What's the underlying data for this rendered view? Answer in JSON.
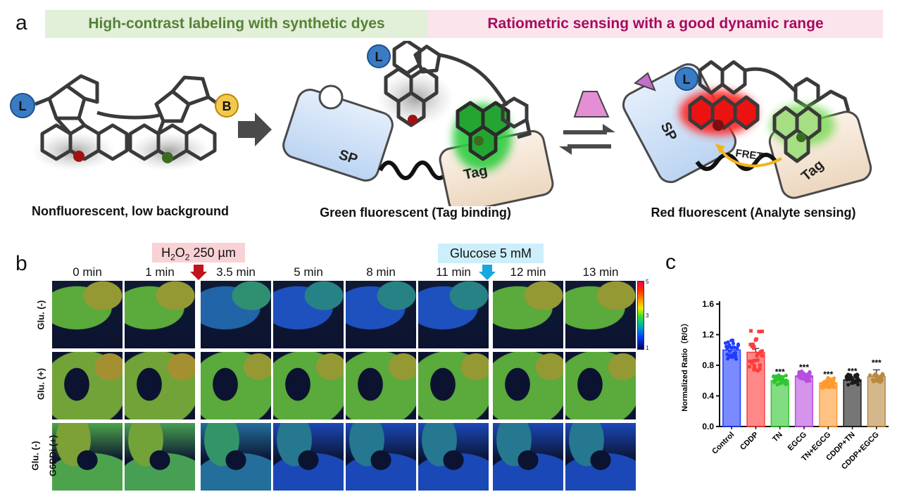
{
  "panel_a": {
    "letter": "a",
    "banner_left": "High-contrast labeling with synthetic dyes",
    "banner_right": "Ratiometric sensing with a good dynamic range",
    "colors": {
      "banner_left_bg": "#e2efd9",
      "banner_left_text": "#548235",
      "banner_right_bg": "#fce4ec",
      "banner_right_text": "#a50b5e"
    },
    "captions": [
      "Nonfluorescent, low background",
      "Green fluorescent (Tag binding)",
      "Red fluorescent (Analyte sensing)"
    ],
    "labels": {
      "L": "L",
      "B": "B",
      "SP": "SP",
      "Tag": "Tag",
      "FRET": "FRET"
    }
  },
  "panel_b": {
    "letter": "b",
    "h2o2_label_parts": [
      "H",
      "2",
      "O",
      "2",
      " 250 µm"
    ],
    "glucose_label": "Glucose 5 mM",
    "times": [
      "0 min",
      "1 min",
      "3.5 min",
      "5 min",
      "8 min",
      "11 min",
      "12 min",
      "13 min"
    ],
    "rows": [
      "Glu. (-)",
      "Glu. (+)",
      "Glu. (-)",
      "G6PDi (+)"
    ],
    "colorbar_ticks": [
      "5",
      "3",
      "1"
    ],
    "row_ratio_levels": [
      [
        3.0,
        3.0,
        1.8,
        1.6,
        1.6,
        1.6,
        3.0,
        3.0
      ],
      [
        3.2,
        3.2,
        3.0,
        3.0,
        3.0,
        3.0,
        3.0,
        3.0
      ],
      [
        2.8,
        2.7,
        1.9,
        1.5,
        1.5,
        1.5,
        1.5,
        1.5
      ]
    ]
  },
  "panel_c": {
    "letter": "c",
    "chart_data": {
      "type": "bar",
      "categories": [
        "Control",
        "CDDP",
        "TN",
        "EGCG",
        "TN+EGCG",
        "CDDP+TN",
        "CDDP+EGCG"
      ],
      "values": [
        1.0,
        0.97,
        0.6,
        0.66,
        0.57,
        0.61,
        0.65
      ],
      "errors": [
        0.03,
        0.05,
        0.02,
        0.02,
        0.02,
        0.02,
        0.09
      ],
      "significance": [
        "",
        "",
        "***",
        "***",
        "***",
        "***",
        "***"
      ],
      "colors": [
        "#1f3dff",
        "#ff3b3b",
        "#2fc62f",
        "#b84de0",
        "#ff9a2e",
        "#1a1a1a",
        "#b8893f"
      ],
      "ylabel": "Normalized Ratio（R/G）",
      "ylim": [
        0,
        1.6
      ],
      "yticks": [
        "0.0",
        "0.4",
        "0.8",
        "1.2",
        "1.6"
      ]
    }
  }
}
